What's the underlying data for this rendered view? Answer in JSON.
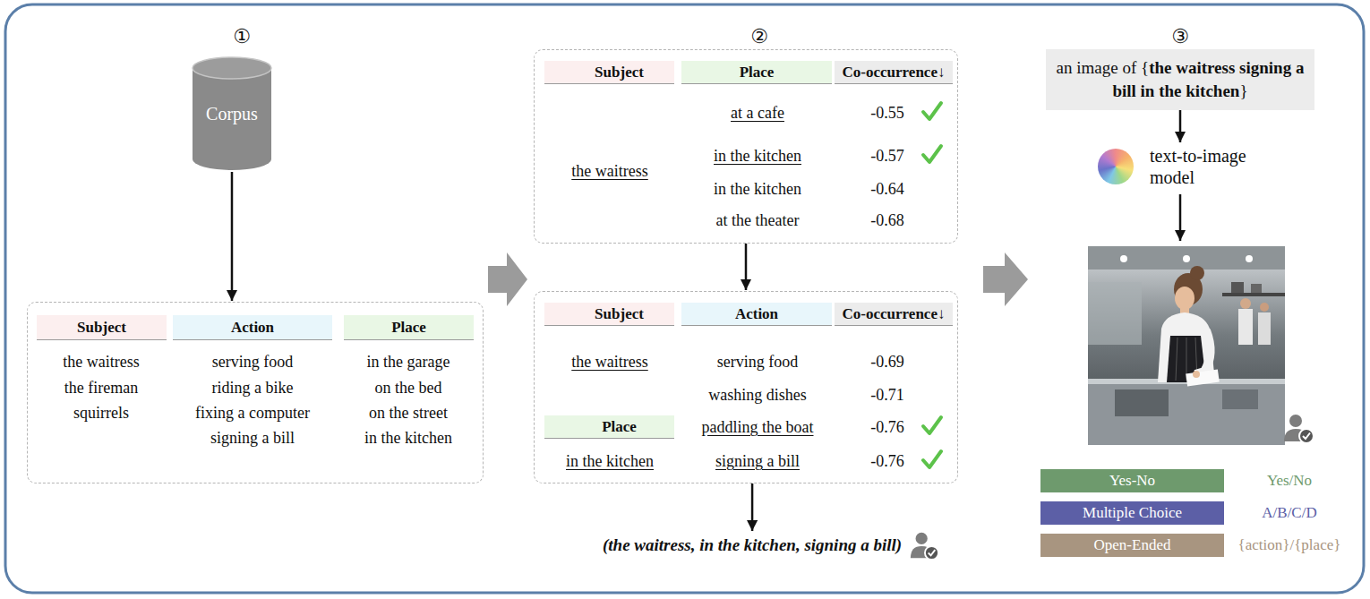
{
  "diagram": {
    "nodes": [
      {
        "text": [
          "Corpus"
        ]
      },
      {
        "text": [
          "Subject",
          "Action",
          "Place",
          "the waitress",
          "serving food",
          "in the garage",
          "the fireman",
          "riding a bike",
          "on the bed",
          "squirrels",
          "fixing a computer",
          "on the street",
          "signing a bill",
          "in the kitchen"
        ]
      },
      {
        "text": [
          "Subject",
          "Place",
          "Co-occurrence↓",
          "the waitress",
          "at a cafe",
          "-0.55",
          "in the kitchen",
          "-0.57",
          "in the kitchen",
          "-0.64",
          "at the theater",
          "-0.68"
        ]
      },
      {
        "text": [
          "Subject",
          "Action",
          "Co-occurrence↓",
          "the waitress",
          "serving food",
          "-0.69",
          "washing dishes",
          "-0.71",
          "Place",
          "paddling the boat",
          "-0.76",
          "in the kitchen",
          "signing a bill",
          "-0.76"
        ]
      },
      {
        "text": [
          "(the waitress, in the kitchen, signing a bill)"
        ]
      },
      {
        "text": [
          "an image of {",
          "the waitress signing a bill in the kitchen",
          "}"
        ]
      },
      {
        "text": [
          "text-to-image model"
        ]
      },
      {
        "text": [
          "Yes-No"
        ]
      },
      {
        "text": [
          "Multiple Choice"
        ]
      },
      {
        "text": [
          "Open-Ended"
        ]
      }
    ],
    "edges": [
      {
        "from": 0,
        "to": 1,
        "arrow": "to"
      },
      {
        "from": 2,
        "to": 3,
        "arrow": "to"
      },
      {
        "from": 3,
        "to": 4,
        "arrow": "to"
      },
      {
        "from": 5,
        "to": 6,
        "arrow": "to"
      }
    ],
    "labels": [
      "①",
      "②",
      "③",
      "Yes/No",
      "A/B/C/D",
      "{action}/{place}"
    ]
  }
}
